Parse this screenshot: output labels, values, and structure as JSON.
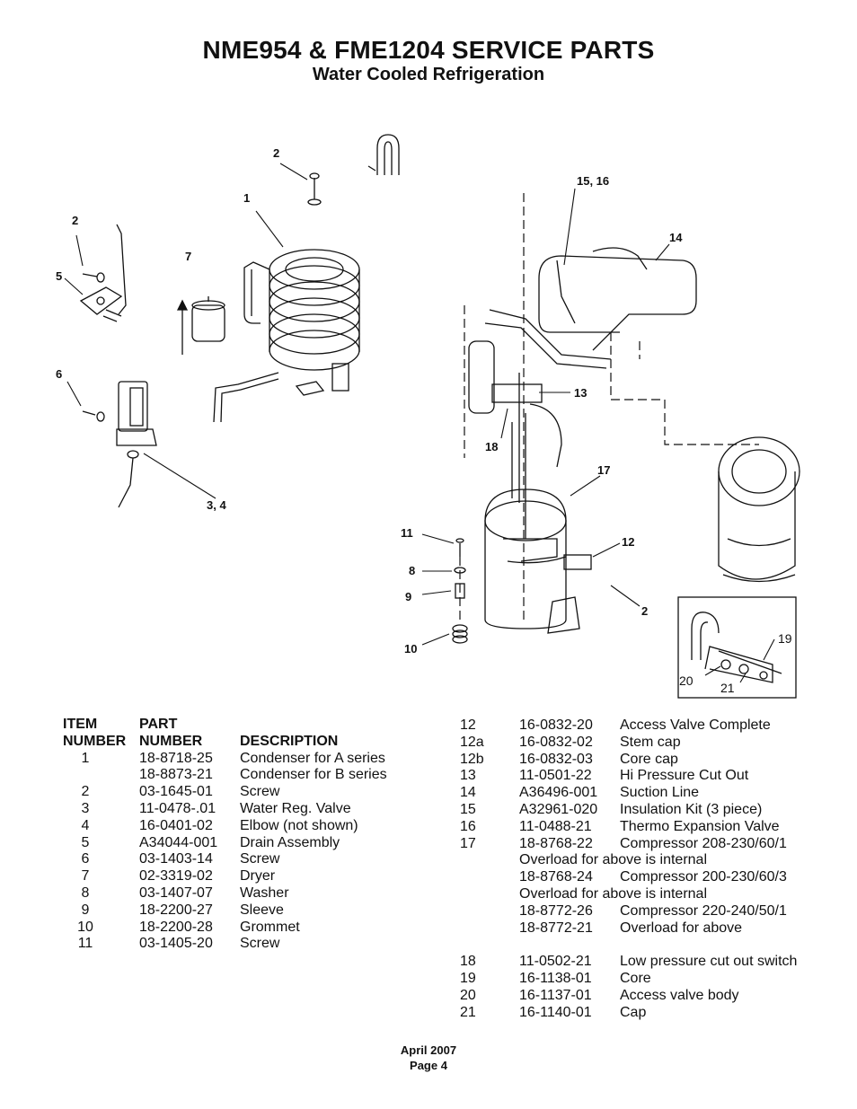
{
  "header": {
    "title": "NME954 & FME1204 SERVICE PARTS",
    "subtitle": "Water Cooled Refrigeration"
  },
  "diagram": {
    "callouts": {
      "c2a": "2",
      "c1": "1",
      "c2b": "2",
      "c5": "5",
      "c7": "7",
      "c6": "6",
      "c34": "3, 4",
      "c1516": "15, 16",
      "c14": "14",
      "c13": "13",
      "c18": "18",
      "c17": "17",
      "c11": "11",
      "c12": "12",
      "c8": "8",
      "c9": "9",
      "c2c": "2",
      "c10": "10",
      "c19": "19",
      "c20": "20",
      "c21": "21"
    }
  },
  "parts_table": {
    "headers": {
      "item_line1": "ITEM",
      "item_line2": "NUMBER",
      "part_line1": "PART",
      "part_line2": "NUMBER",
      "description": "DESCRIPTION"
    },
    "left_rows": [
      {
        "item": "1",
        "part": "18-8718-25",
        "desc": "Condenser for A series"
      },
      {
        "item": "",
        "part": "18-8873-21",
        "desc": "Condenser for B series"
      },
      {
        "item": "2",
        "part": "03-1645-01",
        "desc": "Screw"
      },
      {
        "item": "3",
        "part": "11-0478-.01",
        "desc": "Water Reg. Valve"
      },
      {
        "item": "4",
        "part": "16-0401-02",
        "desc": "Elbow (not shown)"
      },
      {
        "item": "5",
        "part": "A34044-001",
        "desc": "Drain Assembly"
      },
      {
        "item": "6",
        "part": "03-1403-14",
        "desc": "Screw"
      },
      {
        "item": "7",
        "part": "02-3319-02",
        "desc": "Dryer"
      },
      {
        "item": "8",
        "part": "03-1407-07",
        "desc": "Washer"
      },
      {
        "item": "9",
        "part": "18-2200-27",
        "desc": "Sleeve"
      },
      {
        "item": "10",
        "part": "18-2200-28",
        "desc": "Grommet"
      },
      {
        "item": "11",
        "part": "03-1405-20",
        "desc": "Screw"
      }
    ],
    "right_rows": [
      {
        "item": "12",
        "part": "16-0832-20",
        "desc": "Access Valve Complete"
      },
      {
        "item": "12a",
        "part": "16-0832-02",
        "desc": "Stem cap"
      },
      {
        "item": "12b",
        "part": "16-0832-03",
        "desc": "Core cap"
      },
      {
        "item": "13",
        "part": "11-0501-22",
        "desc": "Hi Pressure Cut Out"
      },
      {
        "item": "14",
        "part": "A36496-001",
        "desc": "Suction Line"
      },
      {
        "item": "15",
        "part": "A32961-020",
        "desc": "Insulation Kit (3 piece)"
      },
      {
        "item": "16",
        "part": "11-0488-21",
        "desc": "Thermo Expansion Valve"
      },
      {
        "item": "17",
        "part": "18-8768-22",
        "desc": "Compressor 208-230/60/1"
      },
      {
        "note": "Overload for above is internal"
      },
      {
        "item": "",
        "part": "18-8768-24",
        "desc": "Compressor 200-230/60/3"
      },
      {
        "note": "Overload for above is internal"
      },
      {
        "item": "",
        "part": "18-8772-26",
        "desc": "Compressor 220-240/50/1"
      },
      {
        "item": "",
        "part": "18-8772-21",
        "desc": "Overload for above"
      },
      {
        "gap": true
      },
      {
        "item": "18",
        "part": "11-0502-21",
        "desc": "Low pressure cut out switch"
      },
      {
        "item": "19",
        "part": "16-1138-01",
        "desc": "Core"
      },
      {
        "item": "20",
        "part": "16-1137-01",
        "desc": "Access valve body"
      },
      {
        "item": "21",
        "part": "16-1140-01",
        "desc": "Cap"
      }
    ]
  },
  "footer": {
    "date": "April 2007",
    "page": "Page 4"
  }
}
